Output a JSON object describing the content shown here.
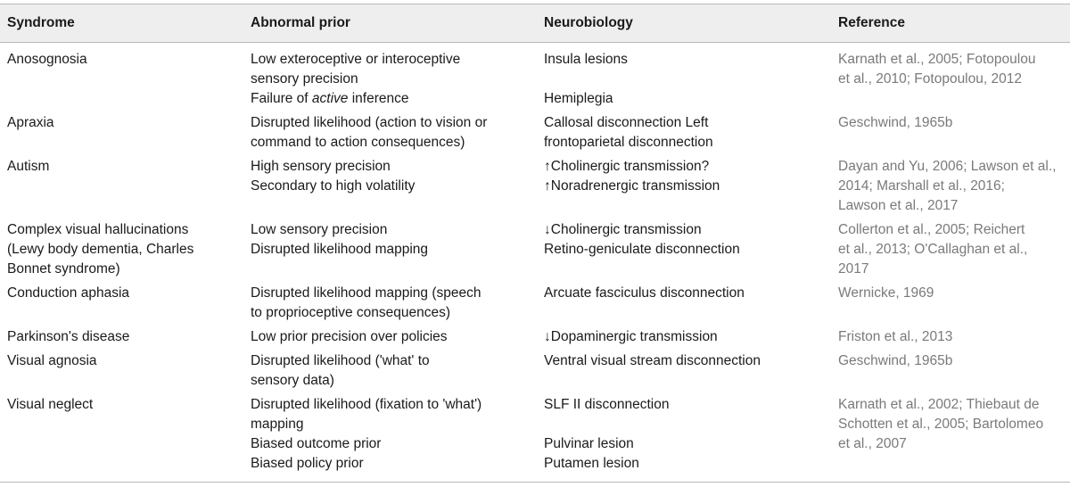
{
  "headers": [
    "Syndrome",
    "Abnormal prior",
    "Neurobiology",
    "Reference"
  ],
  "rows": [
    {
      "syndrome": [
        "Anosognosia"
      ],
      "prior": [
        {
          "pre": "Low exteroceptive or interoceptive",
          "em": "",
          "post": ""
        },
        {
          "pre": "sensory precision",
          "em": "",
          "post": ""
        },
        {
          "pre": "Failure of ",
          "em": "active",
          "post": " inference"
        }
      ],
      "neuro": [
        "Insula lesions",
        "",
        "Hemiplegia"
      ],
      "reference": [
        "Karnath et al., 2005; Fotopoulou",
        "et al., 2010; Fotopoulou, 2012"
      ]
    },
    {
      "syndrome": [
        "Apraxia"
      ],
      "prior": [
        {
          "pre": "Disrupted likelihood (action to vision or",
          "em": "",
          "post": ""
        },
        {
          "pre": "command to action consequences)",
          "em": "",
          "post": ""
        }
      ],
      "neuro": [
        "Callosal disconnection Left",
        "frontoparietal disconnection"
      ],
      "reference": [
        "Geschwind, 1965b"
      ]
    },
    {
      "syndrome": [
        "Autism"
      ],
      "prior": [
        {
          "pre": "High sensory precision",
          "em": "",
          "post": ""
        },
        {
          "pre": "Secondary to high volatility",
          "em": "",
          "post": ""
        }
      ],
      "neuro": [
        "↑Cholinergic transmission?",
        "↑Noradrenergic transmission"
      ],
      "reference": [
        "Dayan and Yu, 2006; Lawson et al.,",
        "2014; Marshall et al., 2016;",
        "Lawson et al., 2017"
      ]
    },
    {
      "syndrome": [
        "Complex visual hallucinations",
        "(Lewy body dementia, Charles",
        "Bonnet syndrome)"
      ],
      "prior": [
        {
          "pre": "Low sensory precision",
          "em": "",
          "post": ""
        },
        {
          "pre": "Disrupted likelihood mapping",
          "em": "",
          "post": ""
        }
      ],
      "neuro": [
        "↓Cholinergic transmission",
        "Retino-geniculate disconnection"
      ],
      "reference": [
        "Collerton et al., 2005; Reichert",
        "et al., 2013; O'Callaghan et al.,",
        "2017"
      ]
    },
    {
      "syndrome": [
        "Conduction aphasia"
      ],
      "prior": [
        {
          "pre": "Disrupted likelihood mapping (speech",
          "em": "",
          "post": ""
        },
        {
          "pre": "to proprioceptive consequences)",
          "em": "",
          "post": ""
        }
      ],
      "neuro": [
        "Arcuate fasciculus disconnection"
      ],
      "reference": [
        "Wernicke, 1969"
      ]
    },
    {
      "syndrome": [
        "Parkinson's disease"
      ],
      "prior": [
        {
          "pre": "Low prior precision over policies",
          "em": "",
          "post": ""
        }
      ],
      "neuro": [
        "↓Dopaminergic transmission"
      ],
      "reference": [
        "Friston et al., 2013"
      ]
    },
    {
      "syndrome": [
        "Visual agnosia"
      ],
      "prior": [
        {
          "pre": "Disrupted likelihood ('what' to",
          "em": "",
          "post": ""
        },
        {
          "pre": "sensory data)",
          "em": "",
          "post": ""
        }
      ],
      "neuro": [
        "Ventral visual stream disconnection"
      ],
      "reference": [
        "Geschwind, 1965b"
      ]
    },
    {
      "syndrome": [
        "Visual neglect"
      ],
      "prior": [
        {
          "pre": "Disrupted likelihood (fixation to 'what')",
          "em": "",
          "post": ""
        },
        {
          "pre": "mapping",
          "em": "",
          "post": ""
        },
        {
          "pre": "Biased outcome prior",
          "em": "",
          "post": ""
        },
        {
          "pre": "Biased policy prior",
          "em": "",
          "post": ""
        }
      ],
      "neuro": [
        "SLF II disconnection",
        "",
        "Pulvinar lesion",
        "Putamen lesion"
      ],
      "reference": [
        "Karnath et al., 2002; Thiebaut de",
        "Schotten et al., 2005; Bartolomeo",
        "et al., 2007"
      ]
    }
  ]
}
